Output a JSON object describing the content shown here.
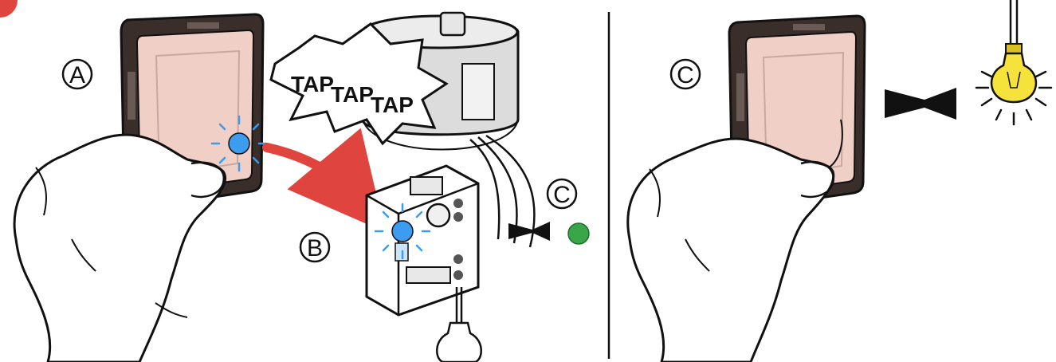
{
  "callout": {
    "word1": "TAP",
    "word2": "TAP",
    "word3": "TAP"
  },
  "steps": {
    "a": "A",
    "b": "B",
    "c_left": "C",
    "c_right": "C"
  },
  "colors": {
    "switch_plate": "#f0cfc6",
    "led_blue": "#3b9cf0",
    "arrow_red": "#e0443e",
    "status_green": "#3aa64a",
    "bulb_yellow": "#f5e23a",
    "ink": "#1a1a1a"
  },
  "icons": [
    "hand-icon",
    "wall-switch-icon",
    "led-icon",
    "tap-callout-icon",
    "ceiling-box-icon",
    "receiver-module-icon",
    "arrow-icon",
    "status-led-icon",
    "light-bulb-icon"
  ]
}
